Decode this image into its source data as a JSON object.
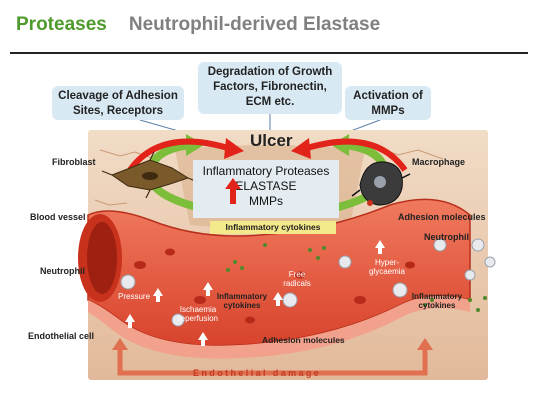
{
  "header": {
    "title_left": "Proteases",
    "title_right": "Neutrophil-derived Elastase"
  },
  "callouts": {
    "left": "Cleavage of Adhesion Sites, Receptors",
    "center": "Degradation of Growth Factors, Fibronectin, ECM etc.",
    "right": "Activation of MMPs"
  },
  "diagram": {
    "ulcer": "Ulcer",
    "center_box": {
      "line1": "Inflammatory Proteases",
      "line2": "ELASTASE",
      "line3": "MMPs"
    },
    "labels": {
      "fibroblast": "Fibroblast",
      "macrophage": "Macrophage",
      "blood_vessel": "Blood vessel",
      "adhesion_molecules_right": "Adhesion molecules",
      "neutrophil_left": "Neutrophil",
      "neutrophil_right": "Neutrophil",
      "endothelial_cell": "Endothelial cell",
      "inflammatory_cytokines_band": "Inflammatory cytokines",
      "pressure": "Pressure",
      "ischaemia": "Ischaemia reperfusion",
      "inflammatory_cytokines_mid": "Inflammatory cytokines",
      "free_radicals": "Free radicals",
      "hyperglycaemia": "Hyper- glycaemia",
      "inflammatory_cytokines_right": "Inflammatory cytokines",
      "adhesion_molecules_bottom": "Adhesion molecules",
      "endothelial_damage": "Endothelial damage"
    },
    "colors": {
      "title_green": "#4f9a2c",
      "title_gray": "#808080",
      "callout_fill": "#d9e9f4",
      "arrow_red": "#e2231a",
      "arrow_green": "#7cbd3a",
      "vessel_red": "#e8563c",
      "tissue": "#e9c7a7"
    }
  }
}
